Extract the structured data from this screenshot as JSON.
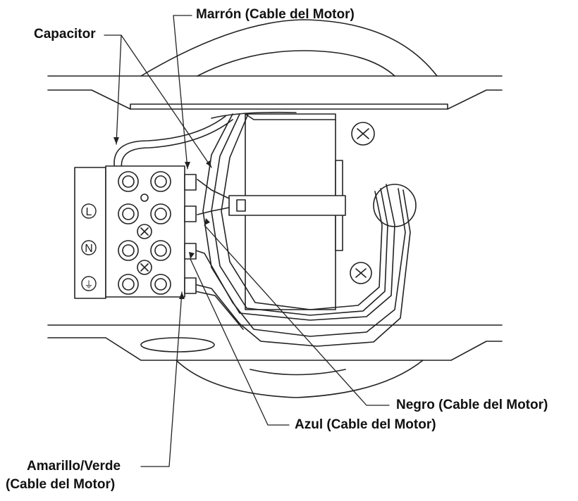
{
  "labels": {
    "capacitor": "Capacitor",
    "brown": "Marrón (Cable del Motor)",
    "black": "Negro (Cable del Motor)",
    "blue": "Azul (Cable del Motor)",
    "yellow_green_line1": "Amarillo/Verde",
    "yellow_green_line2": "(Cable del Motor)"
  },
  "terminal_symbols": {
    "live": "L",
    "neutral": "N",
    "earth": "⏚"
  },
  "colors": {
    "line": "#222222",
    "fill": "#ffffff"
  }
}
